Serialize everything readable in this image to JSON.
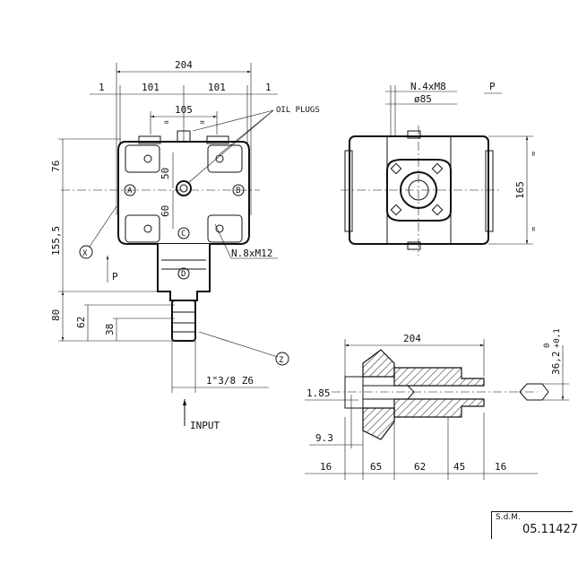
{
  "front_view": {
    "dim_overall_width": "204",
    "dim_side_1_left": "1",
    "dim_half_left": "101",
    "dim_half_right": "101",
    "dim_side_1_right": "1",
    "dim_bolt_spacing": "105",
    "equal_mark": "=",
    "dim_upper_height": "76",
    "dim_lower_height": "155,5",
    "dim_shaft_length": "80",
    "dim_shaft_62": "62",
    "dim_shaft_38": "38",
    "dim_50": "50",
    "dim_60": "60",
    "label_oil_plugs": "OIL PLUGS",
    "label_bolts": "N.8xM12",
    "label_spline": "1\"3/8 Z6",
    "label_input": "INPUT",
    "label_p": "P",
    "label_x": "X",
    "label_z": "Z",
    "port_a": "A",
    "port_b": "B",
    "port_c": "C",
    "port_d": "D"
  },
  "side_view": {
    "label_p": "P",
    "label_holes": "N.4xM8",
    "label_diameter": "ø85",
    "dim_height": "165",
    "equal_mark": "="
  },
  "section_view": {
    "dim_width": "204",
    "dim_185": "1.85",
    "dim_93": "9.3",
    "dim_16_left": "16",
    "dim_65": "65",
    "dim_62": "62",
    "dim_45": "45",
    "dim_16_right": "16",
    "dim_bore": "36,2",
    "tol_upper": "0",
    "tol_lower": "+0,1"
  },
  "title_block": {
    "company": "S.d.M.",
    "drawing_number": "05.11427"
  }
}
